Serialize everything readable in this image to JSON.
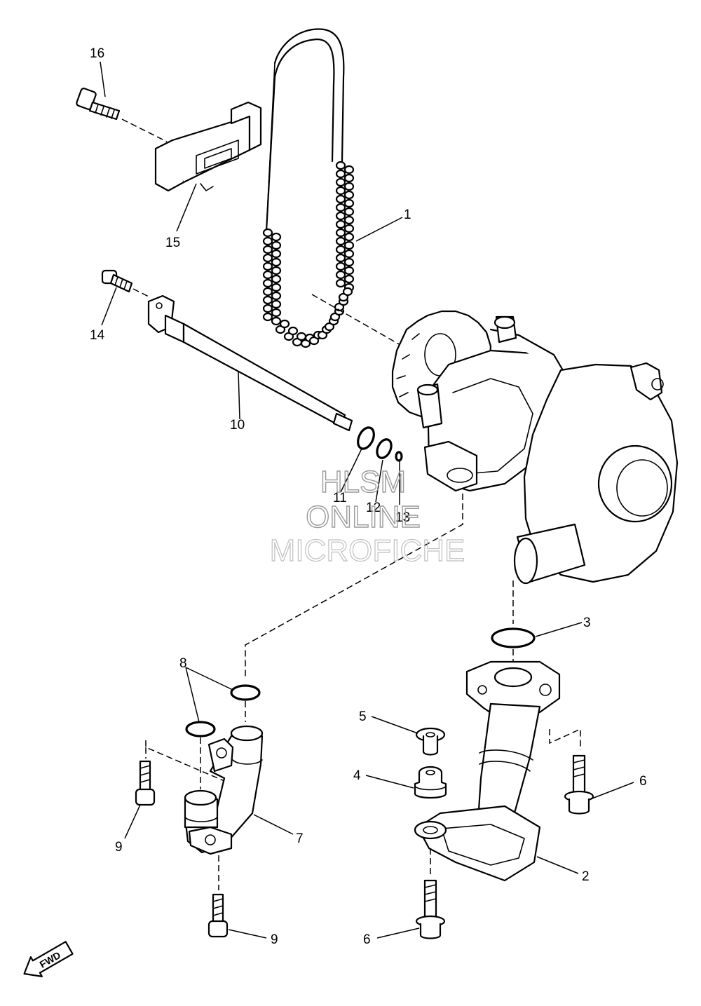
{
  "callouts": [
    {
      "id": "1",
      "text": "1"
    },
    {
      "id": "2",
      "text": "2"
    },
    {
      "id": "3",
      "text": "3"
    },
    {
      "id": "4",
      "text": "4"
    },
    {
      "id": "5",
      "text": "5"
    },
    {
      "id": "6a",
      "text": "6"
    },
    {
      "id": "6b",
      "text": "6"
    },
    {
      "id": "7",
      "text": "7"
    },
    {
      "id": "8",
      "text": "8"
    },
    {
      "id": "9a",
      "text": "9"
    },
    {
      "id": "9b",
      "text": "9"
    },
    {
      "id": "10",
      "text": "10"
    },
    {
      "id": "11",
      "text": "11"
    },
    {
      "id": "12",
      "text": "12"
    },
    {
      "id": "13",
      "text": "13"
    },
    {
      "id": "14",
      "text": "14"
    },
    {
      "id": "15",
      "text": "15"
    },
    {
      "id": "16",
      "text": "16"
    }
  ],
  "watermark": {
    "line1": "HLSM",
    "line2": "ONLINE",
    "line3": "MICROFICHE",
    "color": "#9a9a9a"
  },
  "direction_badge": {
    "label": "FWD"
  }
}
